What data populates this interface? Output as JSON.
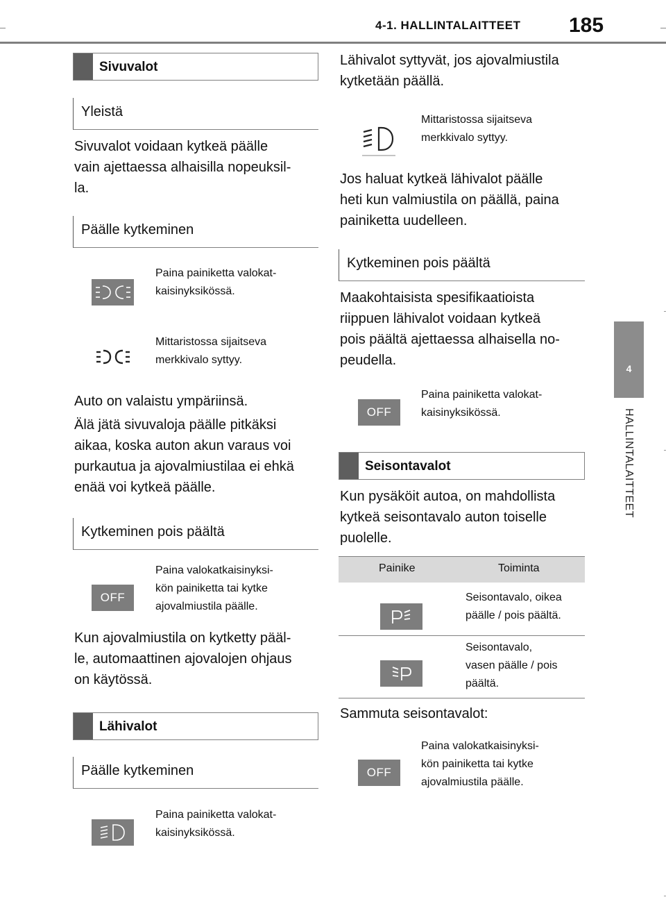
{
  "header": {
    "section": "4-1. HALLINTALAITTEET",
    "page_number": "185"
  },
  "side_tab": {
    "chapter_number": "4",
    "chapter_title": "HALLINTALAITTEET"
  },
  "left": {
    "sivuvalot": {
      "title": "Sivuvalot",
      "yleista": "Yleistä",
      "general_text": [
        "Sivuvalot voidaan kytkeä päälle",
        "vain ajettaessa alhaisilla nopeuksil-",
        "la."
      ],
      "on_heading": "Päälle kytkeminen",
      "on_instruction": [
        "Paina painiketta valokat-",
        "kaisinyksikössä."
      ],
      "indicator_text": [
        "Mittaristossa sijaitseva",
        "merkkivalo syttyy."
      ],
      "lit_text": "Auto on valaistu ympäriinsä.",
      "warning_text": [
        "Älä jätä sivuvaloja päälle pitkäksi",
        "aikaa, koska auton akun varaus voi",
        "purkautua ja ajovalmiustilaa ei ehkä",
        "enää voi kytkeä päälle."
      ],
      "off_heading": "Kytkeminen pois päältä",
      "off_button": "OFF",
      "off_instruction": [
        "Paina valokatkaisinyksi-",
        "kön painiketta tai kytke",
        "ajovalmiustila päälle."
      ],
      "auto_text": [
        "Kun ajovalmiustila on kytketty pääl-",
        "le, automaattinen ajovalojen ohjaus",
        "on käytössä."
      ]
    },
    "lahivalot": {
      "title": "Lähivalot",
      "on_heading": "Päälle kytkeminen",
      "on_instruction": [
        "Paina painiketta valokat-",
        "kaisinyksikössä."
      ]
    }
  },
  "right": {
    "lahivalot_cont": {
      "lit_text": [
        "Lähivalot syttyvät, jos ajovalmiustila",
        "kytketään päällä."
      ],
      "indicator_text": [
        "Mittaristossa sijaitseva",
        "merkkivalo syttyy."
      ],
      "immediate_text": [
        "Jos haluat kytkeä lähivalot päälle",
        "heti kun valmiustila on päällä, paina",
        "painiketta uudelleen."
      ],
      "off_heading": "Kytkeminen pois päältä",
      "off_text": [
        "Maakohtaisista spesifikaatioista",
        "riippuen lähivalot voidaan kytkeä",
        "pois päältä ajettaessa alhaisella no-",
        "peudella."
      ],
      "off_button": "OFF",
      "off_instruction": [
        "Paina painiketta valokat-",
        "kaisinyksikössä."
      ]
    },
    "seisontavalot": {
      "title": "Seisontavalot",
      "intro": [
        "Kun pysäköit autoa, on mahdollista",
        "kytkeä seisontavalo auton toiselle",
        "puolelle."
      ],
      "table": {
        "col_button": "Painike",
        "col_function": "Toiminta",
        "rows": [
          {
            "icon": "parking-light-right-icon",
            "text": [
              "Seisontavalo, oikea",
              "päälle / pois päältä."
            ]
          },
          {
            "icon": "parking-light-left-icon",
            "text": [
              "Seisontavalo,",
              "vasen päälle / pois",
              "päältä."
            ]
          }
        ]
      },
      "off_text": "Sammuta seisontavalot:",
      "off_button": "OFF",
      "off_instruction": [
        "Paina valokatkaisinyksi-",
        "kön painiketta tai kytke",
        "ajovalmiustila päälle."
      ]
    }
  }
}
